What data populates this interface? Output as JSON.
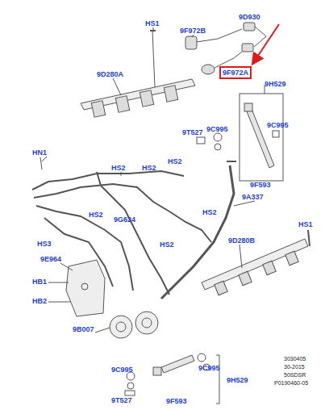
{
  "diagram": {
    "nodes": [
      {
        "text": [
          "9F972A"
        ]
      }
    ],
    "labels": [
      "HS1",
      "9D930",
      "9F972B",
      "9D280A",
      "9H529",
      "9T527",
      "9C995",
      "9C995",
      "9F593",
      "HN1",
      "HS2",
      "HS2",
      "HS2",
      "9A337",
      "HS2",
      "HS2",
      "9G624",
      "HS1",
      "HS3",
      "HS2",
      "9D280B",
      "9E964",
      "HB1",
      "HB2",
      "9B007",
      "9C995",
      "9C995",
      "9H529",
      "9T527",
      "9F593",
      "3030405",
      "30-2015",
      "50SDSR",
      "P0190460-05"
    ]
  }
}
